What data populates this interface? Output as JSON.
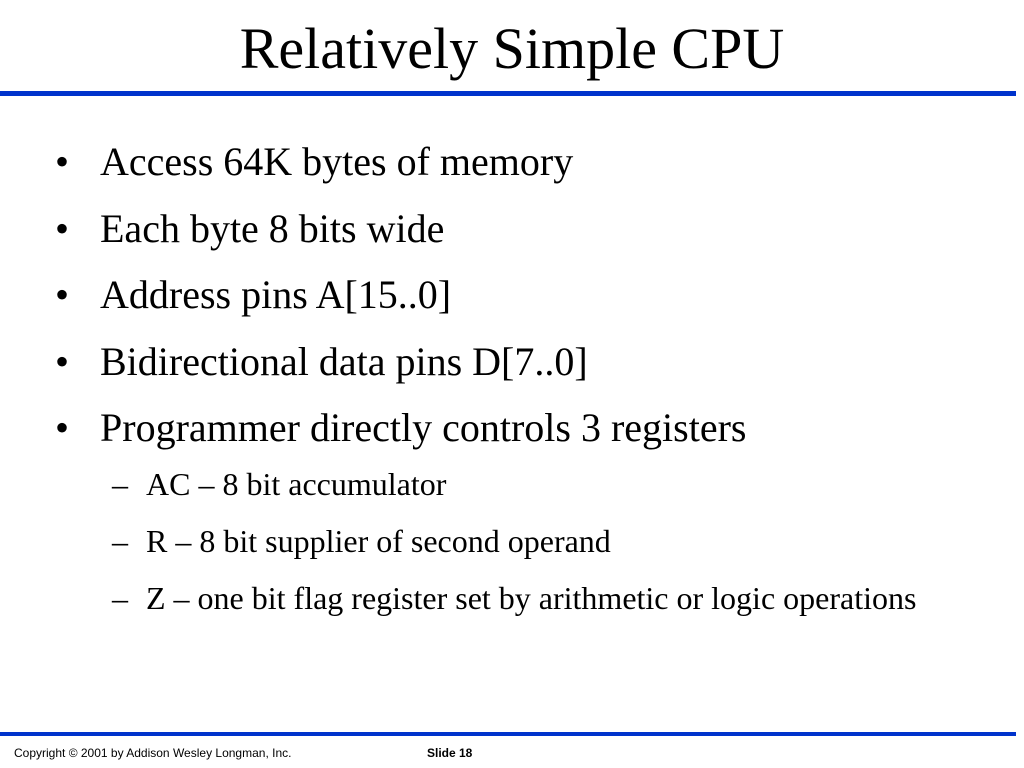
{
  "slide": {
    "title": "Relatively Simple CPU",
    "accent_color": "#0033cc",
    "bullet_marker": "•",
    "sub_marker": "–",
    "bullets": [
      "Access 64K bytes of memory",
      "Each byte 8 bits wide",
      "Address pins A[15..0]",
      "Bidirectional data pins D[7..0]",
      "Programmer directly controls 3 registers"
    ],
    "sub_bullets": [
      "AC – 8 bit accumulator",
      "R – 8 bit supplier of second operand",
      "Z – one bit flag register set by arithmetic or logic operations"
    ]
  },
  "footer": {
    "copyright": "Copyright © 2001 by Addison Wesley Longman, Inc.",
    "slide_label": "Slide 18"
  }
}
